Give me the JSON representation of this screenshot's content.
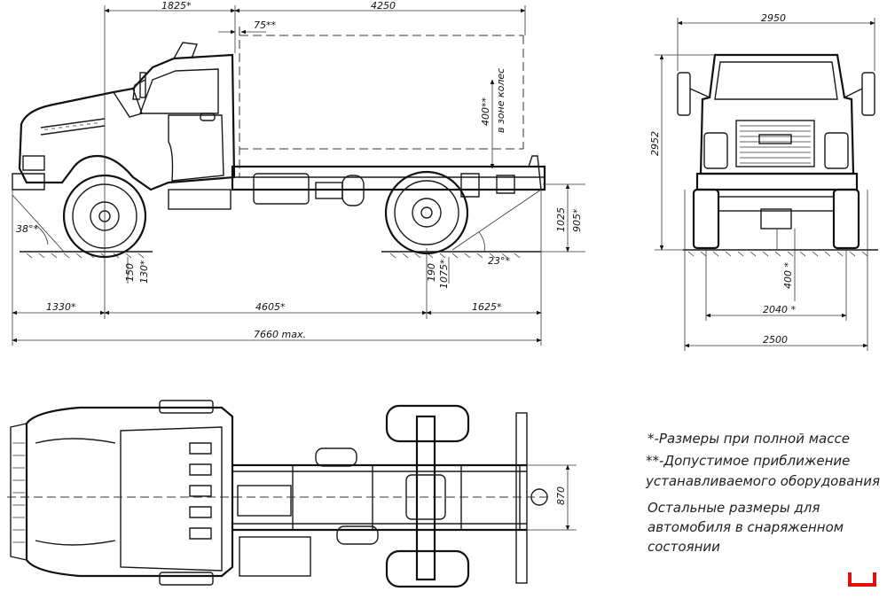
{
  "side_view": {
    "dims_top": [
      "1825*",
      "4250",
      "75**"
    ],
    "dims_right": [
      "1025",
      "905*"
    ],
    "dims_vertical_mid": [
      "400**",
      "в зоне колес"
    ],
    "dims_below_front": [
      "150",
      "130*"
    ],
    "dims_below_rear": [
      "190",
      "1075*"
    ],
    "angles": [
      "38°*",
      "23°*"
    ],
    "dims_bottom": [
      "1330*",
      "4605*",
      "1625*"
    ],
    "overall_length": "7660 max."
  },
  "front_view": {
    "width_top": "2950",
    "height": "2952",
    "ground_clearance": "400 *",
    "track": "2040 *",
    "width_bottom": "2500"
  },
  "top_view": {
    "frame_width": "870"
  },
  "notes": [
    "*-Размеры при полной массе",
    "**-Допустимое приближение",
    "устанавливаемого оборудования",
    "Остальные размеры для",
    "автомобиля в снаряженном",
    "состоянии"
  ],
  "colors": {
    "line": "#1a1a1a",
    "accent_mark": "#e01010"
  }
}
